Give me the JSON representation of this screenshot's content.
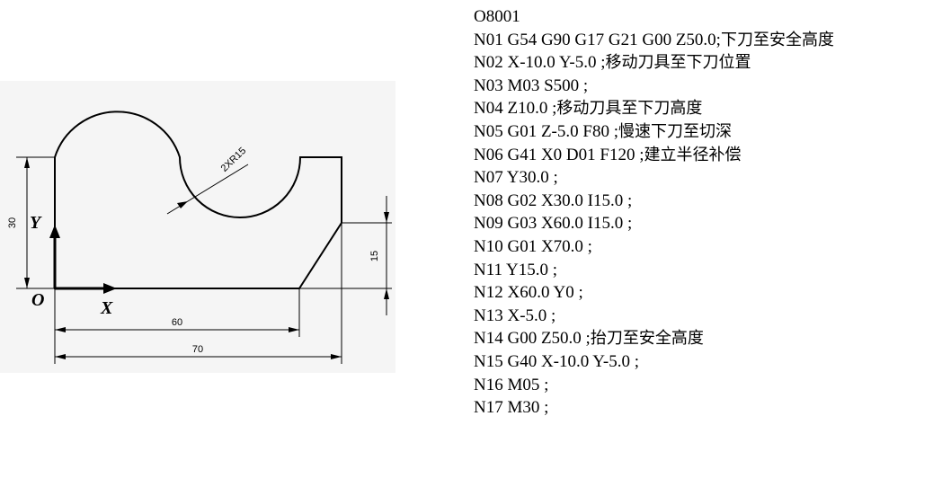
{
  "drawing": {
    "origin_label": "O",
    "x_axis_label": "X",
    "y_axis_label": "Y",
    "dimensions": {
      "height_30": "30",
      "height_15": "15",
      "width_60": "60",
      "width_70": "70",
      "radius": "2XR15"
    },
    "colors": {
      "line": "#000000",
      "panel": "#f5f5f5"
    }
  },
  "program": {
    "lines": [
      {
        "code": "O8001",
        "comment": ""
      },
      {
        "code": "N01 G54 G90 G17 G21 G00 Z50.0;",
        "comment": "下刀至安全高度"
      },
      {
        "code": "N02 X-10.0 Y-5.0 ;",
        "comment": "移动刀具至下刀位置"
      },
      {
        "code": "N03 M03 S500 ;",
        "comment": ""
      },
      {
        "code": "N04 Z10.0 ;",
        "comment": "移动刀具至下刀高度"
      },
      {
        "code": "N05 G01 Z-5.0 F80 ;",
        "comment": "慢速下刀至切深"
      },
      {
        "code": "N06 G41 X0 D01 F120 ;",
        "comment": "建立半径补偿"
      },
      {
        "code": "N07 Y30.0 ;",
        "comment": ""
      },
      {
        "code": "N08 G02 X30.0 I15.0 ;",
        "comment": ""
      },
      {
        "code": "N09 G03 X60.0 I15.0 ;",
        "comment": ""
      },
      {
        "code": "N10 G01 X70.0 ;",
        "comment": ""
      },
      {
        "code": "N11 Y15.0 ;",
        "comment": ""
      },
      {
        "code": "N12 X60.0 Y0 ;",
        "comment": ""
      },
      {
        "code": "N13 X-5.0 ;",
        "comment": ""
      },
      {
        "code": "N14 G00 Z50.0 ;",
        "comment": "抬刀至安全高度"
      },
      {
        "code": "N15 G40 X-10.0 Y-5.0 ;",
        "comment": ""
      },
      {
        "code": "N16 M05 ;",
        "comment": ""
      },
      {
        "code": "N17 M30 ;",
        "comment": ""
      }
    ]
  }
}
